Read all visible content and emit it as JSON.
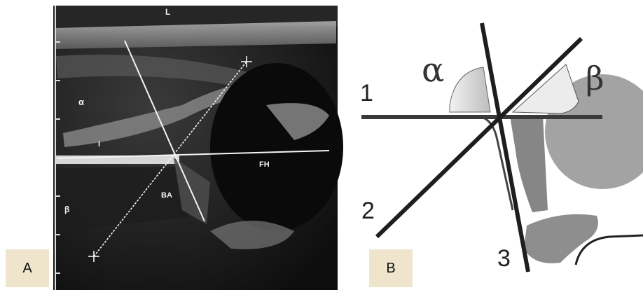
{
  "panel_a": {
    "label": "A",
    "annotations": {
      "top": "L",
      "alpha": "α",
      "ilium": "I",
      "femoral_head": "FH",
      "bony_angle": "BA",
      "beta": "β"
    }
  },
  "panel_b": {
    "label": "B",
    "lines": [
      "1",
      "2",
      "3"
    ],
    "angles": {
      "alpha": "α",
      "beta": "β"
    }
  }
}
